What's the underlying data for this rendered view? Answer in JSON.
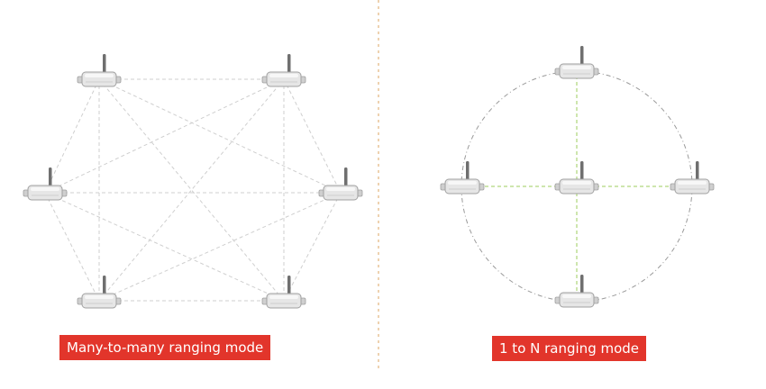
{
  "colors": {
    "label_background": "#e2352b",
    "label_text": "#ffffff",
    "divider": "#e3b57c",
    "mesh_link": "#cfcfcf",
    "star_link": "#9ccc5e",
    "circle": "#9a9a9a",
    "device_body": "#e6e6e6",
    "device_outline": "#a0a0a0",
    "antenna": "#6f6f6f"
  },
  "icons": {
    "device": "ranging-device-icon"
  },
  "left_panel": {
    "label": "Many-to-many ranging mode",
    "device_count": 6,
    "links": "full-mesh"
  },
  "right_panel": {
    "label": "1 to N ranging mode",
    "device_count": 5,
    "links": "center-to-each-node"
  }
}
